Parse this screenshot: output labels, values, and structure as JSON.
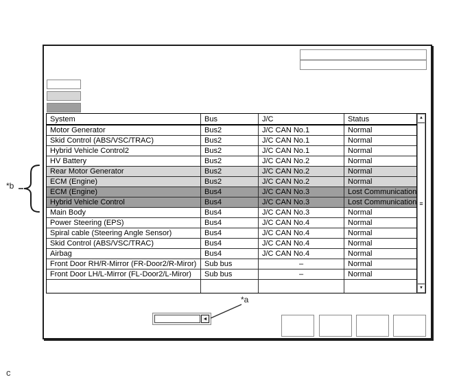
{
  "figure_label": "c",
  "annotations": {
    "a_label": "*a",
    "b_label": "*b"
  },
  "colors": {
    "row_normal": "#ffffff",
    "row_light": "#d6d6d6",
    "row_dark": "#9e9e9e"
  },
  "info_box": {
    "line1": "",
    "line2": ""
  },
  "legend": {
    "items": [
      {
        "name": "normal-row-swatch",
        "color": "#ffffff"
      },
      {
        "name": "light-highlight-swatch",
        "color": "#d6d6d6"
      },
      {
        "name": "dark-highlight-swatch",
        "color": "#9e9e9e"
      }
    ]
  },
  "table": {
    "headers": [
      "System",
      "Bus",
      "J/C",
      "Status"
    ],
    "rows": [
      {
        "system": "Motor Generator",
        "bus": "Bus2",
        "jc": "J/C CAN No.1",
        "status": "Normal",
        "highlight": "none"
      },
      {
        "system": "Skid Control (ABS/VSC/TRAC)",
        "bus": "Bus2",
        "jc": "J/C CAN No.1",
        "status": "Normal",
        "highlight": "none"
      },
      {
        "system": "Hybrid Vehicle Control2",
        "bus": "Bus2",
        "jc": "J/C CAN No.1",
        "status": "Normal",
        "highlight": "none"
      },
      {
        "system": "HV Battery",
        "bus": "Bus2",
        "jc": "J/C CAN No.2",
        "status": "Normal",
        "highlight": "none"
      },
      {
        "system": "Rear Motor Generator",
        "bus": "Bus2",
        "jc": "J/C CAN No.2",
        "status": "Normal",
        "highlight": "light"
      },
      {
        "system": "ECM (Engine)",
        "bus": "Bus2",
        "jc": "J/C CAN No.2",
        "status": "Normal",
        "highlight": "light"
      },
      {
        "system": "ECM (Engine)",
        "bus": "Bus4",
        "jc": "J/C CAN No.3",
        "status": "Lost Communication",
        "highlight": "dark"
      },
      {
        "system": "Hybrid Vehicle Control",
        "bus": "Bus4",
        "jc": "J/C CAN No.3",
        "status": "Lost Communication",
        "highlight": "dark"
      },
      {
        "system": "Main Body",
        "bus": "Bus4",
        "jc": "J/C CAN No.3",
        "status": "Normal",
        "highlight": "none"
      },
      {
        "system": "Power Steering (EPS)",
        "bus": "Bus4",
        "jc": "J/C CAN No.4",
        "status": "Normal",
        "highlight": "none"
      },
      {
        "system": "Spiral cable (Steering Angle Sensor)",
        "bus": "Bus4",
        "jc": "J/C CAN No.4",
        "status": "Normal",
        "highlight": "none"
      },
      {
        "system": "Skid Control (ABS/VSC/TRAC)",
        "bus": "Bus4",
        "jc": "J/C CAN No.4",
        "status": "Normal",
        "highlight": "none"
      },
      {
        "system": "Airbag",
        "bus": "Bus4",
        "jc": "J/C CAN No.4",
        "status": "Normal",
        "highlight": "none"
      },
      {
        "system": "Front Door RH/R-Mirror (FR-Door2/R-Miror)",
        "bus": "Sub bus",
        "jc": "–",
        "status": "Normal",
        "highlight": "none"
      },
      {
        "system": "Front Door LH/L-Mirror (FL-Door2/L-Miror)",
        "bus": "Sub bus",
        "jc": "–",
        "status": "Normal",
        "highlight": "none"
      }
    ]
  },
  "scrollbar": {
    "up_glyph": "▲",
    "down_glyph": "▼",
    "grip_glyph": "≡"
  },
  "combobox": {
    "value": "",
    "button_glyph": "◄"
  },
  "buttons": {
    "b1": "",
    "b2": "",
    "b3": "",
    "b4": ""
  }
}
